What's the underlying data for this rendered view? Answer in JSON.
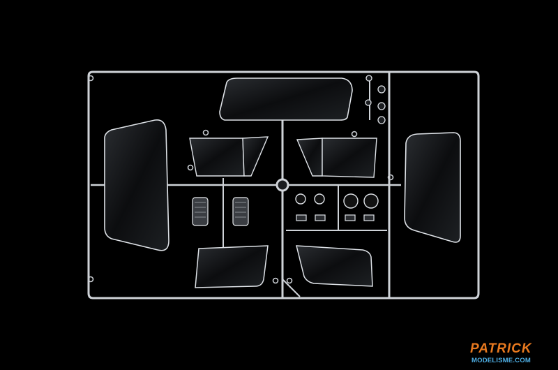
{
  "image": {
    "subject": "clear plastic model kit sprue",
    "background_color": "#000000",
    "part_color": "#d9dde2"
  },
  "watermark": {
    "top_text": "PATRICK",
    "bottom_text": "MODELISME.COM",
    "top_color": "#e8791f",
    "bottom_color": "#4fb0e6"
  }
}
